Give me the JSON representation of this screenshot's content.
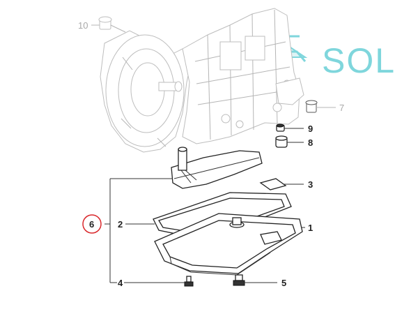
{
  "logo": {
    "text": "SOL",
    "color": "#7fd6dc"
  },
  "callouts": {
    "c10": "10",
    "c7": "7",
    "c9": "9",
    "c8": "8",
    "c3": "3",
    "c6": "6",
    "c2": "2",
    "c1": "1",
    "c4": "4",
    "c5": "5"
  },
  "highlight_color": "#d9262a"
}
